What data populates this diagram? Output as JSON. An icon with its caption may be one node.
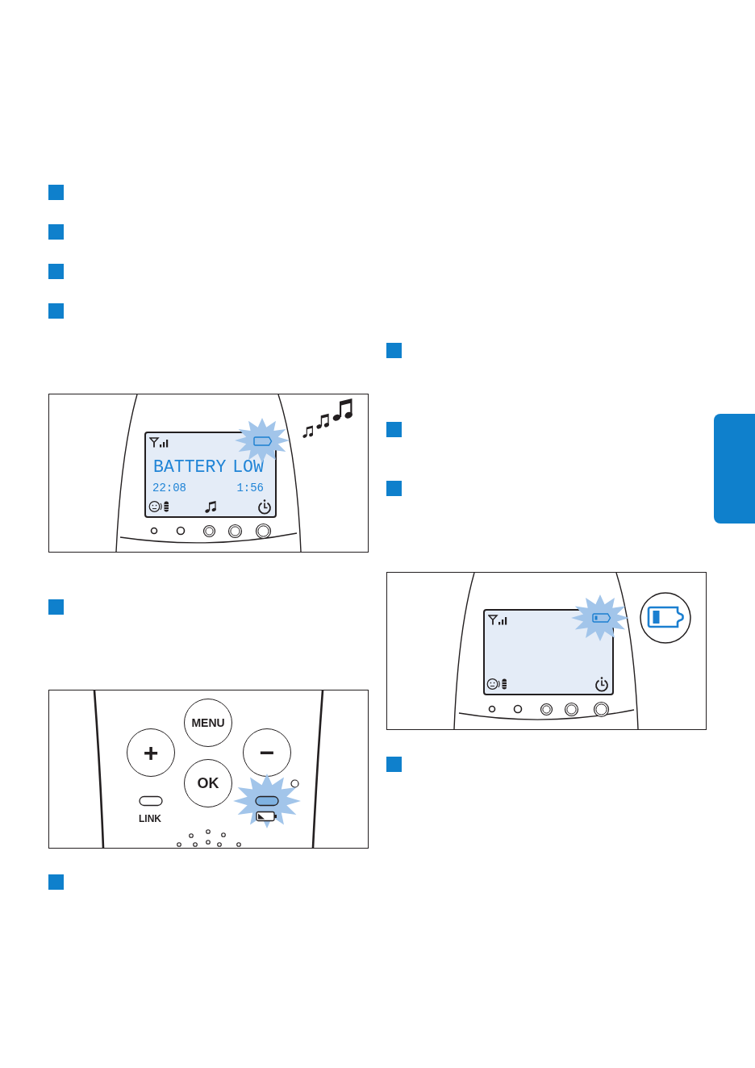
{
  "diagram": {
    "nodes": [
      {
        "text": [
          "BATTERY LOW",
          "22:08",
          "1:56"
        ]
      },
      {
        "text": [
          "MENU"
        ]
      },
      {
        "text": [
          "+"
        ]
      },
      {
        "text": [
          "−"
        ]
      },
      {
        "text": [
          "OK"
        ]
      },
      {
        "text": [],
        "shape": "box"
      },
      {
        "text": [],
        "shape": "box"
      }
    ],
    "labels": [
      "LINK"
    ]
  }
}
